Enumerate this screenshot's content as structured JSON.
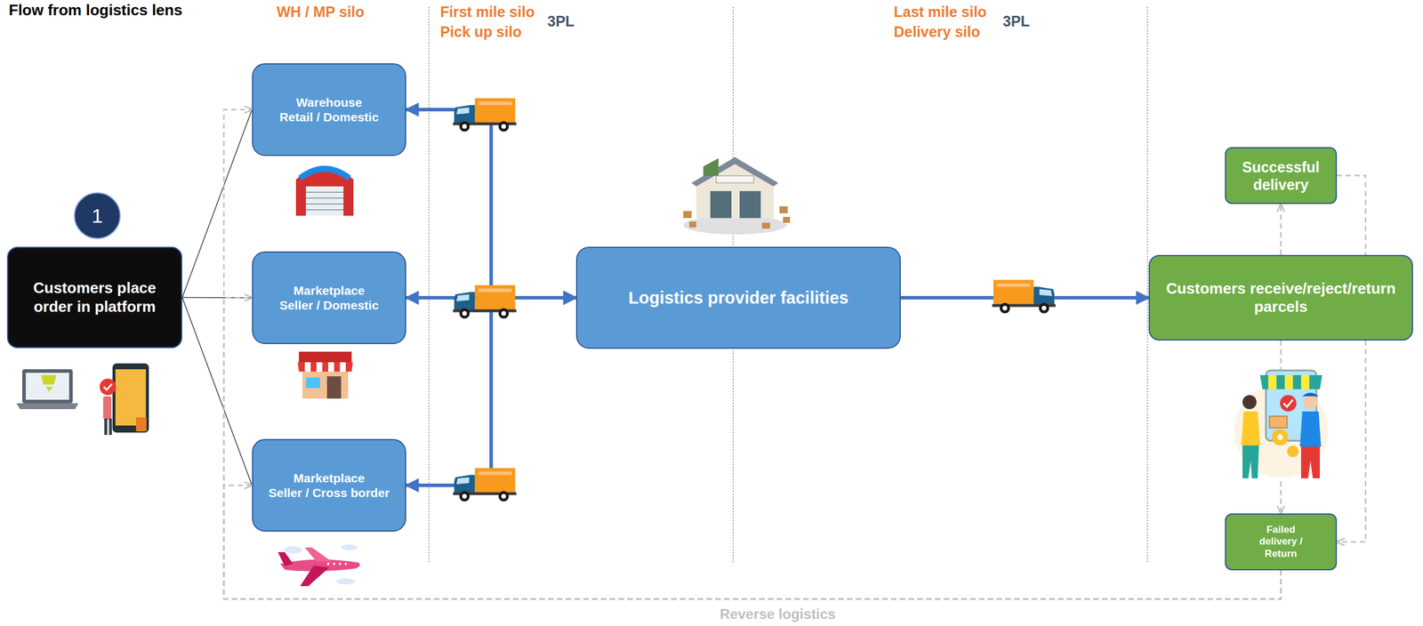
{
  "diagram": {
    "title": "Flow from logistics lens",
    "nodes": [
      {
        "text": [
          "1"
        ]
      },
      {
        "text": [
          "Customers place order in platform"
        ]
      },
      {
        "text": [
          "Warehouse",
          "Retail / Domestic"
        ]
      },
      {
        "text": [
          "Marketplace",
          "Seller / Domestic"
        ]
      },
      {
        "text": [
          "Marketplace",
          "Seller / Cross border"
        ]
      },
      {
        "text": [
          "Logistics provider facilities"
        ]
      },
      {
        "text": [
          "Successful delivery"
        ]
      },
      {
        "text": [
          "Customers receive/reject/return parcels"
        ]
      },
      {
        "text": [
          "Failed delivery / Return"
        ]
      }
    ],
    "edges": [
      {
        "from": 1,
        "to": 2,
        "arrow": "none"
      },
      {
        "from": 1,
        "to": 3,
        "arrow": "none"
      },
      {
        "from": 1,
        "to": 4,
        "arrow": "none"
      },
      {
        "from": 2,
        "to": 5,
        "arrow": "both"
      },
      {
        "from": 3,
        "to": 5,
        "arrow": "both"
      },
      {
        "from": 4,
        "to": 5,
        "arrow": "both"
      },
      {
        "from": 5,
        "to": 7,
        "arrow": "to"
      },
      {
        "from": 7,
        "to": 6,
        "arrow": "to"
      },
      {
        "from": 7,
        "to": 8,
        "arrow": "to"
      },
      {
        "from": 6,
        "to": 8,
        "arrow": "to"
      },
      {
        "from": 8,
        "to": 2,
        "arrow": "to"
      },
      {
        "from": 8,
        "to": 3,
        "arrow": "to"
      },
      {
        "from": 8,
        "to": 4,
        "arrow": "to"
      }
    ],
    "labels": [
      "WH / MP silo",
      "First mile silo",
      "Pick up silo",
      "3PL",
      "Last mile silo",
      "Delivery silo",
      "3PL",
      "Reverse logistics"
    ]
  }
}
